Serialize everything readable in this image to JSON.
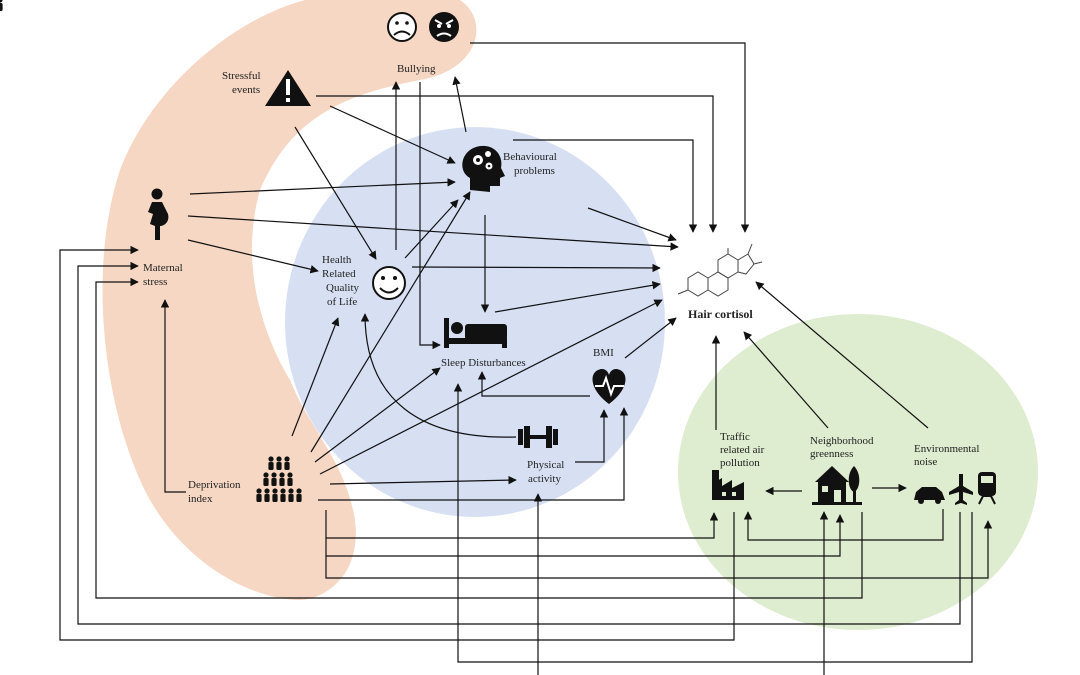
{
  "diagram": {
    "nodes": {
      "bullying": {
        "lines": [
          "Bullying"
        ],
        "icon": "sad-angry-faces-icon"
      },
      "stressful_events": {
        "lines": [
          "Stressful",
          "events"
        ],
        "icon": "warning-triangle-icon"
      },
      "behavioural_problems": {
        "lines": [
          "Behavioural",
          "problems"
        ],
        "icon": "head-gears-icon"
      },
      "maternal_stress": {
        "lines": [
          "Maternal",
          "stress"
        ],
        "icon": "pregnant-woman-icon"
      },
      "hrqol": {
        "lines": [
          "Health",
          "Related",
          "Quality",
          "of Life"
        ],
        "icon": "smiley-face-icon"
      },
      "sleep": {
        "lines": [
          "Sleep Disturbances"
        ],
        "icon": "bed-icon"
      },
      "bmi": {
        "lines": [
          "BMI"
        ],
        "icon": "heart-rate-icon"
      },
      "physical_activity": {
        "lines": [
          "Physical",
          "activity"
        ],
        "icon": "dumbbell-icon"
      },
      "deprivation": {
        "lines": [
          "Deprivation",
          "index"
        ],
        "icon": "people-crowd-icon"
      },
      "hair_cortisol": {
        "lines": [
          "Hair cortisol"
        ],
        "icon": "cortisol-molecule-icon"
      },
      "traffic": {
        "lines": [
          "Traffic",
          "related air",
          "pollution"
        ],
        "icon": "factory-icon"
      },
      "greenness": {
        "lines": [
          "Neighborhood",
          "greenness"
        ],
        "icon": "house-tree-icon"
      },
      "noise": {
        "lines": [
          "Environmental",
          "noise"
        ],
        "icon": "car-plane-train-icon"
      }
    },
    "regions": [
      {
        "name": "social-individual",
        "color": "#f6d7c3"
      },
      {
        "name": "child-health",
        "color": "#d5def2"
      },
      {
        "name": "environmental",
        "color": "#deeccf"
      }
    ]
  }
}
